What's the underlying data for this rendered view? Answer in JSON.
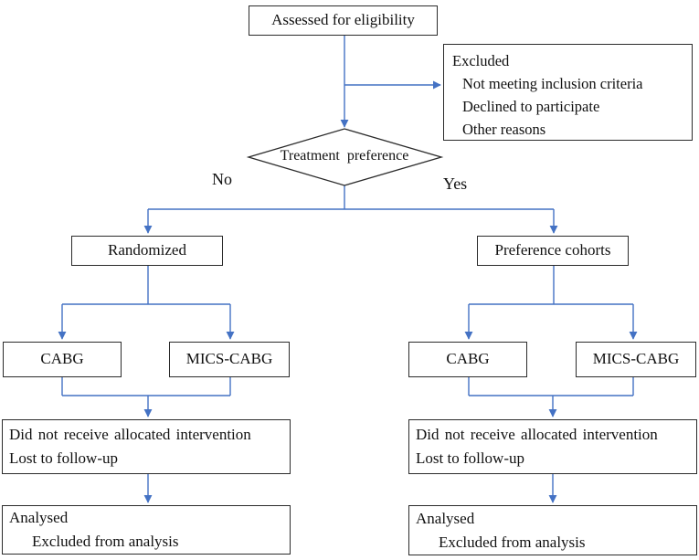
{
  "colors": {
    "connector": "#4472C4",
    "border": "#2b2b2b",
    "text": "#111111",
    "background": "#ffffff"
  },
  "flow": {
    "assessed": "Assessed for eligibility",
    "excluded": {
      "title": "Excluded",
      "items": [
        "Not meeting inclusion criteria",
        "Declined to participate",
        "Other reasons"
      ]
    },
    "decision": "Treatment preference",
    "no_label": "No",
    "yes_label": "Yes",
    "left": {
      "allocation": "Randomized",
      "arm1": "CABG",
      "arm2": "MICS-CABG",
      "followup_lines": [
        "Did not receive allocated intervention",
        "Lost to follow-up"
      ],
      "analysis_lines": [
        "Analysed",
        "Excluded from analysis"
      ]
    },
    "right": {
      "allocation": "Preference cohorts",
      "arm1": "CABG",
      "arm2": "MICS-CABG",
      "followup_lines": [
        "Did not receive allocated intervention",
        "Lost to follow-up"
      ],
      "analysis_lines": [
        "Analysed",
        "Excluded from analysis"
      ]
    }
  }
}
